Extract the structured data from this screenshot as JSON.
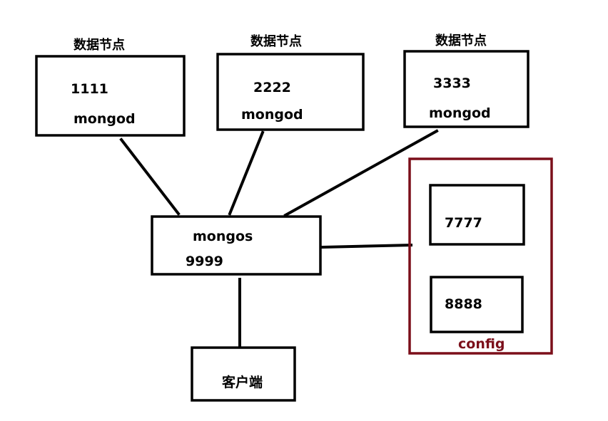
{
  "data_nodes": [
    {
      "header": "数据节点",
      "port": "1111",
      "role": "mongod"
    },
    {
      "header": "数据节点",
      "port": "2222",
      "role": "mongod"
    },
    {
      "header": "数据节点",
      "port": "3333",
      "role": "mongod"
    }
  ],
  "router": {
    "role": "mongos",
    "port": "9999"
  },
  "config_group": {
    "label": "config",
    "servers": [
      "7777",
      "8888"
    ]
  },
  "client": {
    "label": "客户端"
  },
  "colors": {
    "line": "#000000",
    "config_border": "#7b0f1a"
  }
}
